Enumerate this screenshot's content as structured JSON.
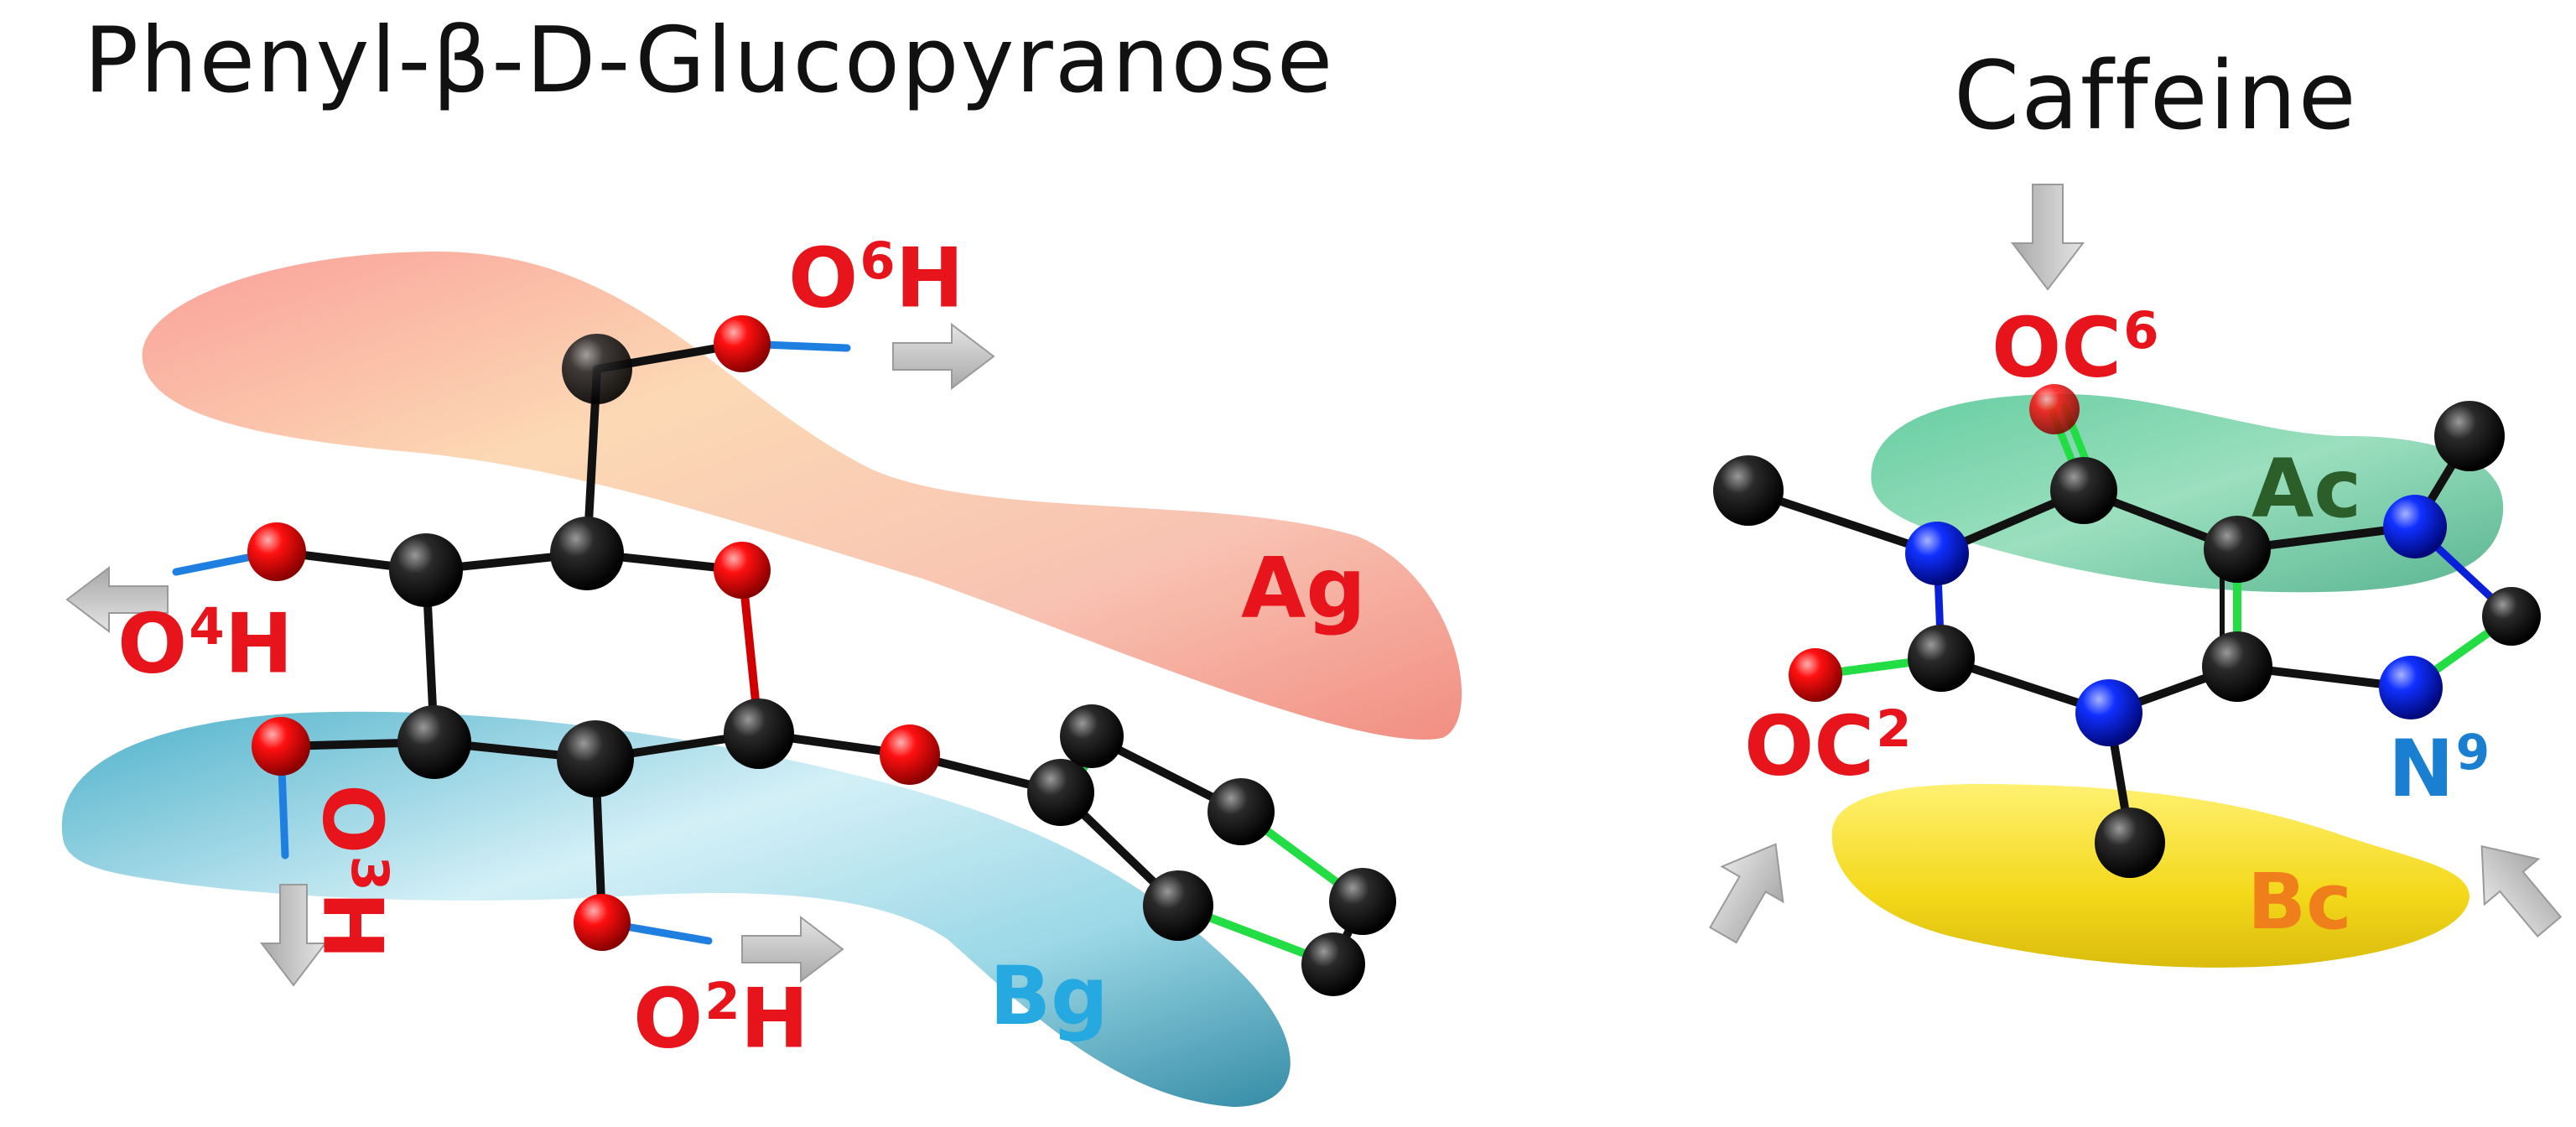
{
  "left_molecule": {
    "title": "Phenyl-β-D-Glucopyranose",
    "labels": {
      "o6h": {
        "main": "O",
        "sup": "6",
        "tail": "H"
      },
      "o4h": {
        "main": "O",
        "sup": "4",
        "tail": "H"
      },
      "o3h": {
        "main": "O",
        "sup": "3",
        "tail": "H"
      },
      "o2h": {
        "main": "O",
        "sup": "2",
        "tail": "H"
      },
      "ag": "Ag",
      "bg": "Bg"
    }
  },
  "right_molecule": {
    "title": "Caffeine",
    "labels": {
      "oc6": {
        "main": "OC",
        "sup": "6"
      },
      "oc2": {
        "main": "OC",
        "sup": "2"
      },
      "n9": {
        "main": "N",
        "sup": "9"
      },
      "ac": "Ac",
      "bc": "Bc"
    }
  },
  "colors": {
    "carbon": "#111111",
    "oxygen": "#e00000",
    "nitrogen": "#0a1fd8",
    "hydrogen_bond": "#1f7fe0",
    "double_bond": "#22dd44",
    "surface_ag": "#f49a86",
    "surface_bg": "#5fc0d6",
    "surface_ac": "#4fc28c",
    "surface_bc": "#f4dc16",
    "arrow": "#c9c9c9"
  }
}
